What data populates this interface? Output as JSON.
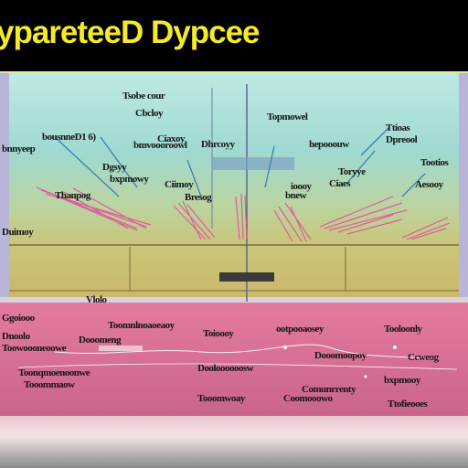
{
  "title": "ypareteeD Dypcee",
  "upper_labels": [
    "Tsobe cour",
    "Cbcloy",
    "Topmowel",
    "bousnneD1 6)",
    "Ciaxoy",
    "bmvoooroowl",
    "Dhrcoyy",
    "hepooouw",
    "Ttioas",
    "Dpreool",
    "Tootios",
    "Dgsyy",
    "bxpmowy",
    "Toryye",
    "Ciaes",
    "Thanpog",
    "Ciimoy",
    "Bresog",
    "bnew",
    "ioooy",
    "Aesooy"
  ],
  "upper_left_labels": [
    "bnnyeep",
    "Duimoy"
  ],
  "separator_label": "Vlolo",
  "lower_labels": [
    "Ggoiooo",
    "Toomnlnoaoeaoy",
    "Toioooy",
    "ootpooaosey",
    "Tooloonly",
    "Dnoolo",
    "Dooomeng",
    "Toowoooneoowe",
    "Dooomoopoy",
    "Comunrrenty",
    "Toonqmoenoonwe",
    "Dooloooooosw",
    "Tooomwoay",
    "Coomooowo",
    "bxpmooy",
    "Ttofieooes",
    "Ccweog",
    "Tooommaow"
  ],
  "colors": {
    "title": "#f4ea2a",
    "upper_bg": "#9fd9d1",
    "lower_bg": "#d76f97",
    "rays": "#e0529c",
    "arrows": "#3c7fb0"
  }
}
